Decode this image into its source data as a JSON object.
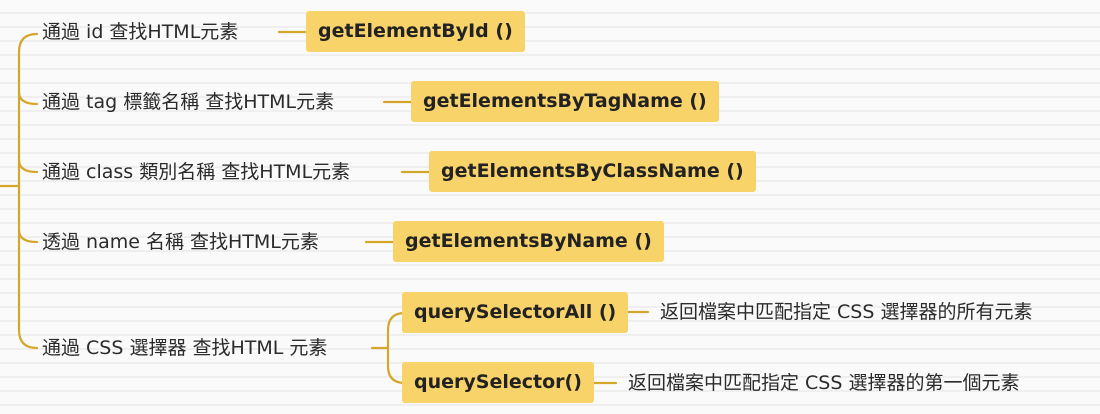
{
  "colors": {
    "connector": "#d4a72c",
    "method_box": "#f8d36a",
    "text": "#2b2b2b"
  },
  "branches": [
    {
      "label": "通過 id 查找HTML元素",
      "method": "getElementById ()"
    },
    {
      "label": "通過 tag 標籤名稱 查找HTML元素",
      "method": "getElementsByTagName ()"
    },
    {
      "label": "通過 class 類別名稱 查找HTML元素",
      "method": "getElementsByClassName ()"
    },
    {
      "label": "透過 name 名稱 查找HTML元素",
      "method": "getElementsByName ()"
    },
    {
      "label": "通過 CSS 選擇器 查找HTML 元素",
      "children": [
        {
          "method": "querySelectorAll ()",
          "description": "返回檔案中匹配指定 CSS 選擇器的所有元素"
        },
        {
          "method": "querySelector()",
          "description": "返回檔案中匹配指定 CSS 選擇器的第一個元素"
        }
      ]
    }
  ]
}
